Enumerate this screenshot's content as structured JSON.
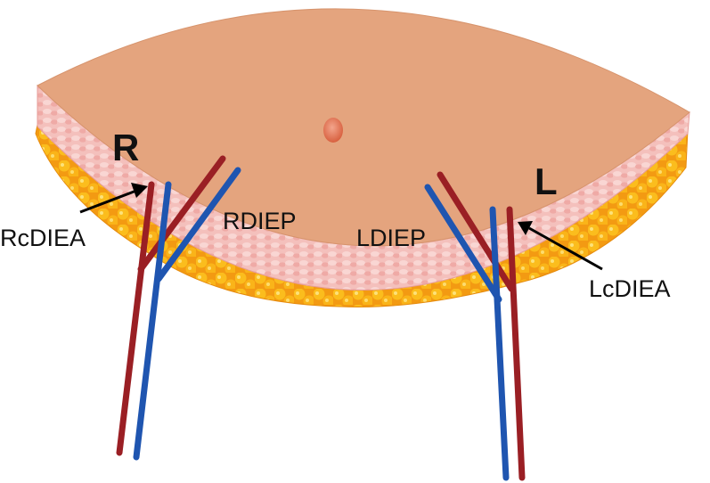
{
  "labels": {
    "right_side": "R",
    "left_side": "L",
    "rcdiea": "RcDIEA",
    "rdiep": "RDIEP",
    "ldiep": "LDIEP",
    "lcdiea": "LcDIEA"
  },
  "colors": {
    "skin_surface": "#e4a47e",
    "dermis_pink": "#f2b5b1",
    "fat_orange": "#f6a416",
    "fat_globule": "#fbc01c",
    "artery_red": "#9a1f24",
    "vein_blue": "#1f55b0",
    "umbilicus": "#e2775a",
    "text": "#111111"
  }
}
